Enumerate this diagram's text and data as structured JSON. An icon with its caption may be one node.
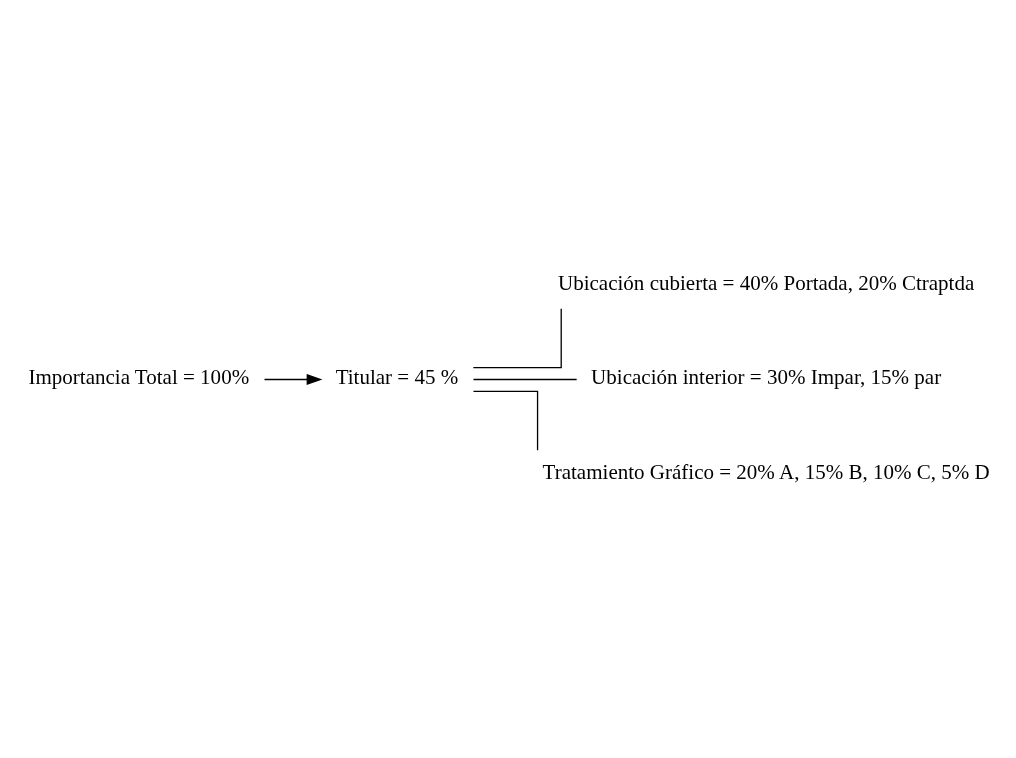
{
  "diagram": {
    "nodes": [
      {
        "text": [
          "Importancia Total = 100%"
        ]
      },
      {
        "text": [
          "Titular = 45 %"
        ]
      },
      {
        "text": [
          "Ubicación cubierta = 40% Portada, 20% Ctraptda"
        ]
      },
      {
        "text": [
          "Ubicación interior = 30% Impar, 15% par"
        ]
      },
      {
        "text": [
          "Tratamiento Gráfico = 20% A, 15% B, 10% C, 5% D"
        ]
      }
    ],
    "edges": [
      {
        "from": 0,
        "to": 1,
        "arrow": "to"
      },
      {
        "from": 1,
        "to": 2,
        "arrow": "none"
      },
      {
        "from": 1,
        "to": 3,
        "arrow": "none"
      },
      {
        "from": 1,
        "to": 4,
        "arrow": "none"
      }
    ]
  }
}
